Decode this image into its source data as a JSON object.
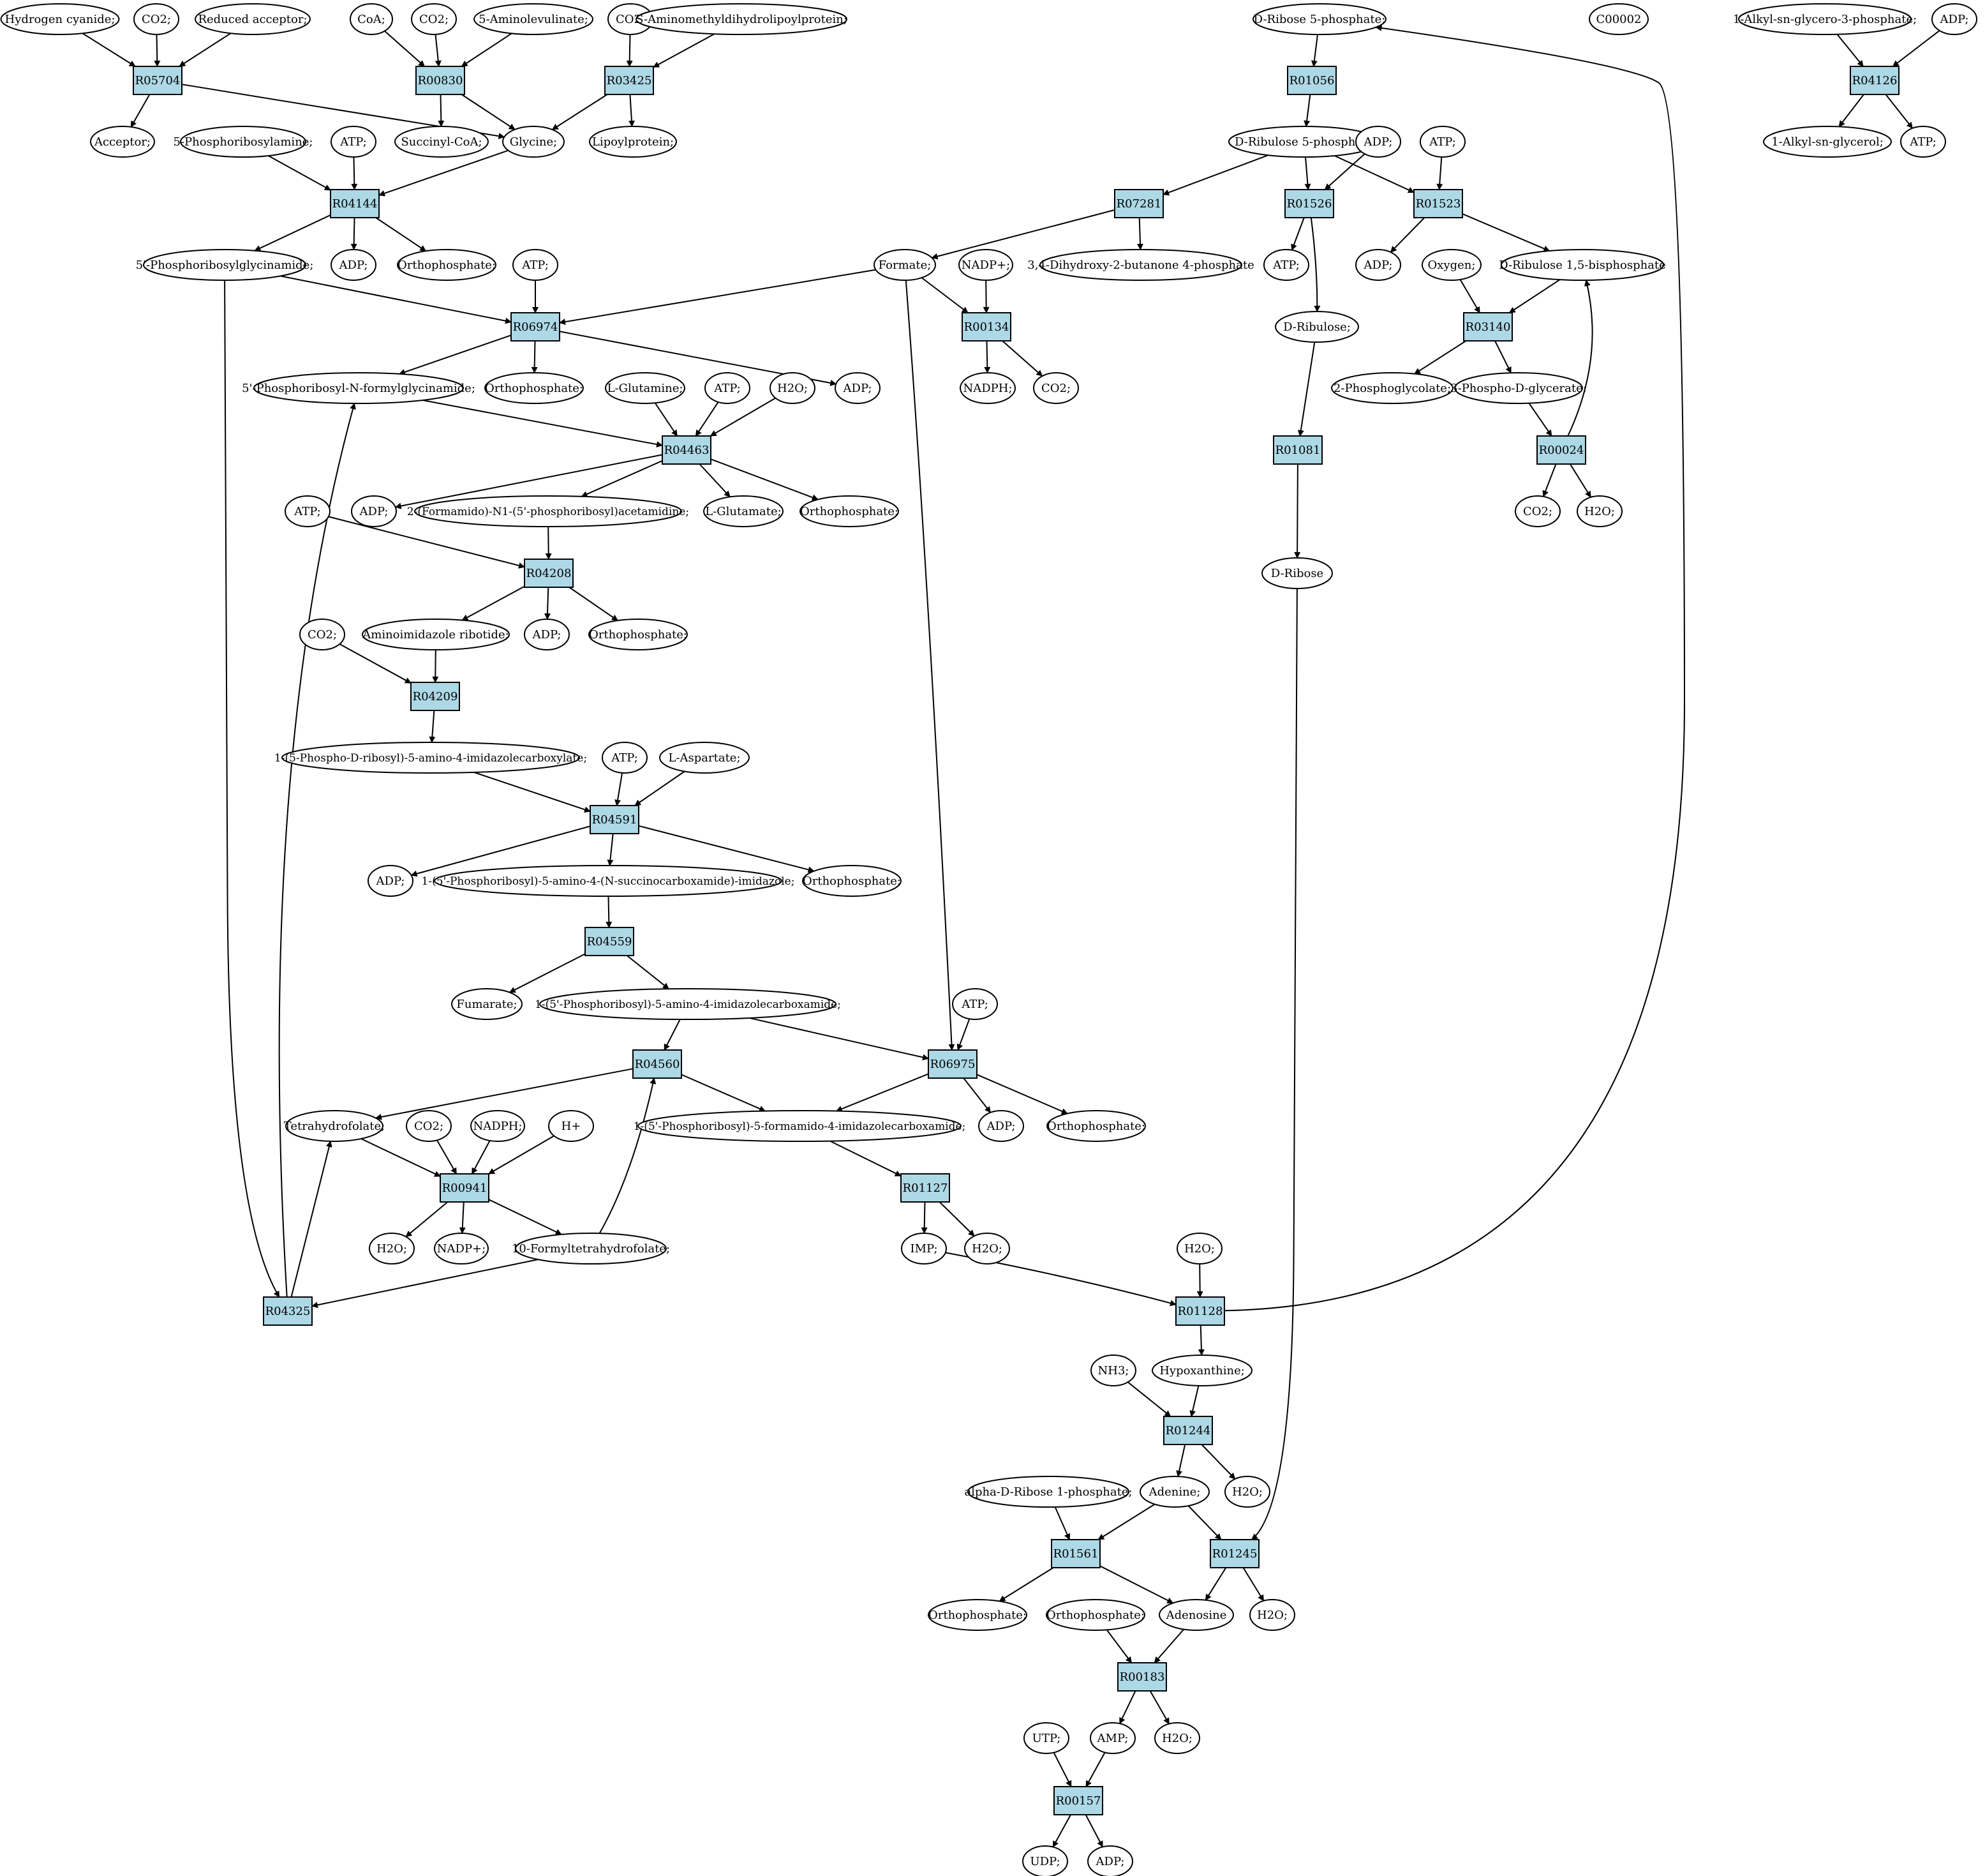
{
  "colors": {
    "reaction_fill": "#add8e6",
    "metabolite_fill": "#ffffff",
    "highlight_green": "#00ff00",
    "highlight_yellow": "#ffff00",
    "stroke": "#000000"
  },
  "reactions": [
    {
      "id": "R05704",
      "label": "R05704"
    },
    {
      "id": "R00830",
      "label": "R00830"
    },
    {
      "id": "R03425",
      "label": "R03425"
    },
    {
      "id": "R04144",
      "label": "R04144"
    },
    {
      "id": "R06974",
      "label": "R06974"
    },
    {
      "id": "R04463",
      "label": "R04463"
    },
    {
      "id": "R04208",
      "label": "R04208"
    },
    {
      "id": "R04209",
      "label": "R04209"
    },
    {
      "id": "R04591",
      "label": "R04591"
    },
    {
      "id": "R04559",
      "label": "R04559"
    },
    {
      "id": "R04560",
      "label": "R04560"
    },
    {
      "id": "R00941",
      "label": "R00941"
    },
    {
      "id": "R04325",
      "label": "R04325"
    },
    {
      "id": "R06975",
      "label": "R06975"
    },
    {
      "id": "R01127",
      "label": "R01127"
    },
    {
      "id": "R07281",
      "label": "R07281"
    },
    {
      "id": "R00134",
      "label": "R00134"
    },
    {
      "id": "R01056",
      "label": "R01056"
    },
    {
      "id": "R01526",
      "label": "R01526"
    },
    {
      "id": "R01523",
      "label": "R01523"
    },
    {
      "id": "R03140",
      "label": "R03140"
    },
    {
      "id": "R00024",
      "label": "R00024"
    },
    {
      "id": "R01081",
      "label": "R01081"
    },
    {
      "id": "R04126",
      "label": "R04126"
    },
    {
      "id": "R01128",
      "label": "R01128"
    },
    {
      "id": "R01244",
      "label": "R01244"
    },
    {
      "id": "R01561",
      "label": "R01561"
    },
    {
      "id": "R01245",
      "label": "R01245"
    },
    {
      "id": "R00183",
      "label": "R00183"
    },
    {
      "id": "R00157",
      "label": "R00157"
    }
  ],
  "metabolites": [
    {
      "id": "m_hcn",
      "label": "Hydrogen cyanide;"
    },
    {
      "id": "m_co2_a",
      "label": "CO2;"
    },
    {
      "id": "m_redacc",
      "label": "Reduced acceptor;"
    },
    {
      "id": "m_coa",
      "label": "CoA;"
    },
    {
      "id": "m_co2_b",
      "label": "CO2;"
    },
    {
      "id": "m_ala",
      "label": "5-Aminolevulinate;"
    },
    {
      "id": "m_co2_c",
      "label": "CO2;"
    },
    {
      "id": "m_saml",
      "label": "S-Aminomethyldihydrolipoylprotein;"
    },
    {
      "id": "m_acceptor",
      "label": "Acceptor;"
    },
    {
      "id": "m_succoa",
      "label": "Succinyl-CoA;"
    },
    {
      "id": "m_glycine",
      "label": "Glycine;"
    },
    {
      "id": "m_lipoyl",
      "label": "Lipoylprotein;"
    },
    {
      "id": "m_5pra",
      "label": "5-Phosphoribosylamine;"
    },
    {
      "id": "m_atp_a",
      "label": "ATP;"
    },
    {
      "id": "m_gar",
      "label": "5'-Phosphoribosylglycinamide;"
    },
    {
      "id": "m_adp_a",
      "label": "ADP;"
    },
    {
      "id": "m_pi_a",
      "label": "Orthophosphate;"
    },
    {
      "id": "m_atp_b",
      "label": "ATP;"
    },
    {
      "id": "m_fgar",
      "label": "5'-Phosphoribosyl-N-formylglycinamide;"
    },
    {
      "id": "m_pi_b",
      "label": "Orthophosphate;"
    },
    {
      "id": "m_adp_b",
      "label": "ADP;"
    },
    {
      "id": "m_gln",
      "label": "L-Glutamine;"
    },
    {
      "id": "m_atp_c",
      "label": "ATP;"
    },
    {
      "id": "m_h2o_a",
      "label": "H2O;"
    },
    {
      "id": "m_adp_c",
      "label": "ADP;"
    },
    {
      "id": "m_fgam",
      "label": "2-(Formamido)-N1-(5'-phosphoribosyl)acetamidine;"
    },
    {
      "id": "m_glu",
      "label": "L-Glutamate;"
    },
    {
      "id": "m_pi_c",
      "label": "Orthophosphate;"
    },
    {
      "id": "m_atp_d",
      "label": "ATP;"
    },
    {
      "id": "m_air",
      "label": "Aminoimidazole ribotide;"
    },
    {
      "id": "m_adp_d",
      "label": "ADP;"
    },
    {
      "id": "m_pi_d",
      "label": "Orthophosphate;"
    },
    {
      "id": "m_co2_d",
      "label": "CO2;"
    },
    {
      "id": "m_cair",
      "label": "1-(5-Phospho-D-ribosyl)-5-amino-4-imidazolecarboxylate;"
    },
    {
      "id": "m_atp_e",
      "label": "ATP;"
    },
    {
      "id": "m_asp",
      "label": "L-Aspartate;"
    },
    {
      "id": "m_adp_e",
      "label": "ADP;"
    },
    {
      "id": "m_saicar",
      "label": "1-(5'-Phosphoribosyl)-5-amino-4-(N-succinocarboxamide)-imidazole;"
    },
    {
      "id": "m_pi_e",
      "label": "Orthophosphate;"
    },
    {
      "id": "m_fum",
      "label": "Fumarate;"
    },
    {
      "id": "m_aicar",
      "label": "1-(5'-Phosphoribosyl)-5-amino-4-imidazolecarboxamide;"
    },
    {
      "id": "m_atp_f",
      "label": "ATP;"
    },
    {
      "id": "m_thf",
      "label": "Tetrahydrofolate;"
    },
    {
      "id": "m_co2_e",
      "label": "CO2;"
    },
    {
      "id": "m_nadph_a",
      "label": "NADPH;"
    },
    {
      "id": "m_hplus",
      "label": "H+"
    },
    {
      "id": "m_faicar",
      "label": "1-(5'-Phosphoribosyl)-5-formamido-4-imidazolecarboxamide;"
    },
    {
      "id": "m_adp_f",
      "label": "ADP;"
    },
    {
      "id": "m_pi_f",
      "label": "Orthophosphate;"
    },
    {
      "id": "m_h2o_b",
      "label": "H2O;"
    },
    {
      "id": "m_nadp_a",
      "label": "NADP+;"
    },
    {
      "id": "m_10fthf",
      "label": "10-Formyltetrahydrofolate;"
    },
    {
      "id": "m_imp",
      "label": "IMP;"
    },
    {
      "id": "m_h2o_c",
      "label": "H2O;"
    },
    {
      "id": "m_formate",
      "label": "Formate;"
    },
    {
      "id": "m_nadp_b",
      "label": "NADP+;"
    },
    {
      "id": "m_dhbp",
      "label": "3,4-Dihydroxy-2-butanone 4-phosphate"
    },
    {
      "id": "m_nadph_b",
      "label": "NADPH;"
    },
    {
      "id": "m_co2_f",
      "label": "CO2;"
    },
    {
      "id": "m_r5p",
      "label": "D-Ribose 5-phosphate;"
    },
    {
      "id": "m_c00002",
      "label": "C00002"
    },
    {
      "id": "m_ru5p",
      "label": "D-Ribulose 5-phosphate"
    },
    {
      "id": "m_adp_g",
      "label": "ADP;"
    },
    {
      "id": "m_atp_g",
      "label": "ATP;"
    },
    {
      "id": "m_atp_h",
      "label": "ATP;"
    },
    {
      "id": "m_adp_h",
      "label": "ADP;"
    },
    {
      "id": "m_oxygen",
      "label": "Oxygen;"
    },
    {
      "id": "m_rubp",
      "label": "D-Ribulose 1,5-bisphosphate"
    },
    {
      "id": "m_ribulose",
      "label": "D-Ribulose;"
    },
    {
      "id": "m_2pg",
      "label": "2-Phosphoglycolate;"
    },
    {
      "id": "m_3pg",
      "label": "3-Phospho-D-glycerate;"
    },
    {
      "id": "m_co2_g",
      "label": "CO2;"
    },
    {
      "id": "m_h2o_d",
      "label": "H2O;"
    },
    {
      "id": "m_ribose",
      "label": "D-Ribose"
    },
    {
      "id": "m_alkylg3p",
      "label": "1-Alkyl-sn-glycero-3-phosphate;"
    },
    {
      "id": "m_adp_i",
      "label": "ADP;"
    },
    {
      "id": "m_alkylg",
      "label": "1-Alkyl-sn-glycerol;"
    },
    {
      "id": "m_atp_i",
      "label": "ATP;"
    },
    {
      "id": "m_h2o_e",
      "label": "H2O;"
    },
    {
      "id": "m_nh3",
      "label": "NH3;"
    },
    {
      "id": "m_hypox",
      "label": "Hypoxanthine;"
    },
    {
      "id": "m_adenine",
      "label": "Adenine;"
    },
    {
      "id": "m_h2o_f",
      "label": "H2O;"
    },
    {
      "id": "m_ar1p",
      "label": "alpha-D-Ribose 1-phosphate;"
    },
    {
      "id": "m_pi_g",
      "label": "Orthophosphate;"
    },
    {
      "id": "m_pi_h",
      "label": "Orthophosphate;"
    },
    {
      "id": "m_adenosine",
      "label": "Adenosine"
    },
    {
      "id": "m_h2o_g",
      "label": "H2O;"
    },
    {
      "id": "m_utp",
      "label": "UTP;"
    },
    {
      "id": "m_amp",
      "label": "AMP;"
    },
    {
      "id": "m_h2o_h",
      "label": "H2O;"
    },
    {
      "id": "m_udp",
      "label": "UDP;"
    },
    {
      "id": "m_adp_j",
      "label": "ADP;"
    }
  ]
}
